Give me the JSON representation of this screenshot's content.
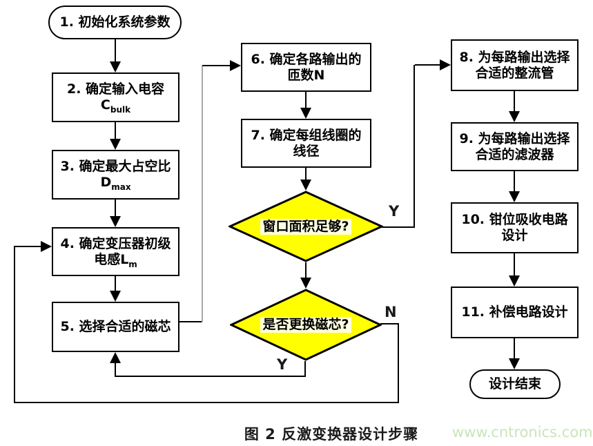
{
  "flowchart": {
    "start": {
      "label": "1. 初始化系统参数"
    },
    "step2": {
      "line1": "2. 确定输入电容",
      "line2": "C",
      "sub": "bulk"
    },
    "step3": {
      "line1": "3. 确定最大占空比",
      "line2": "D",
      "sub": "max"
    },
    "step4": {
      "line1": "4. 确定变压器初级",
      "line2": "电感L",
      "sub": "m"
    },
    "step5": {
      "label": "5. 选择合适的磁芯"
    },
    "step6": {
      "line1": "6. 确定各路输出的",
      "line2": "匝数N"
    },
    "step7": {
      "line1": "7. 确定每组线圈的",
      "line2": "线径"
    },
    "decision1": {
      "label": "窗口面积足够?"
    },
    "decision2": {
      "label": "是否更换磁芯?"
    },
    "step8": {
      "line1": "8. 为每路输出选择",
      "line2": "合适的整流管"
    },
    "step9": {
      "line1": "9. 为每路输出选择",
      "line2": "合适的滤波器"
    },
    "step10": {
      "line1": "10. 钳位吸收电路",
      "line2": "设计"
    },
    "step11": {
      "label": "11. 补偿电路设计"
    },
    "end": {
      "label": "设计结束"
    },
    "branch_labels": {
      "d1_yes": "Y",
      "d2_no": "N",
      "d2_yes": "Y"
    }
  },
  "caption": "图 2 反激变换器设计步骤",
  "watermark": "www.cntronics.com",
  "colors": {
    "decision_fill": "#ffff00",
    "connector": "#000000",
    "connector_gray": "#a8a8a8",
    "watermark_text": "#c9e5ba"
  }
}
